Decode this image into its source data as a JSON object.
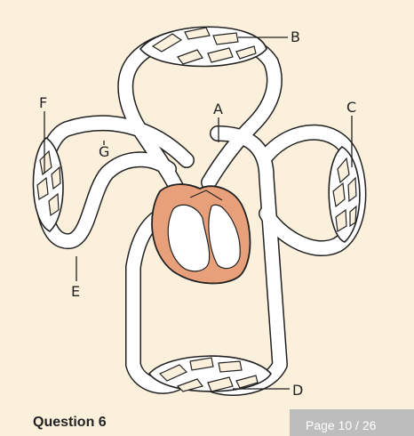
{
  "labels": {
    "a": "A",
    "b": "B",
    "c": "C",
    "d": "D",
    "e": "E",
    "f": "F",
    "g": "G"
  },
  "footer": {
    "question_title": "Question 6",
    "page_indicator": "Page 10 / 26"
  },
  "colors": {
    "background": "#fbf0dc",
    "heart": "#e8a07a",
    "vessel_fill": "#ffffff",
    "outline": "#222222",
    "page_badge": "#bdbdbd"
  }
}
